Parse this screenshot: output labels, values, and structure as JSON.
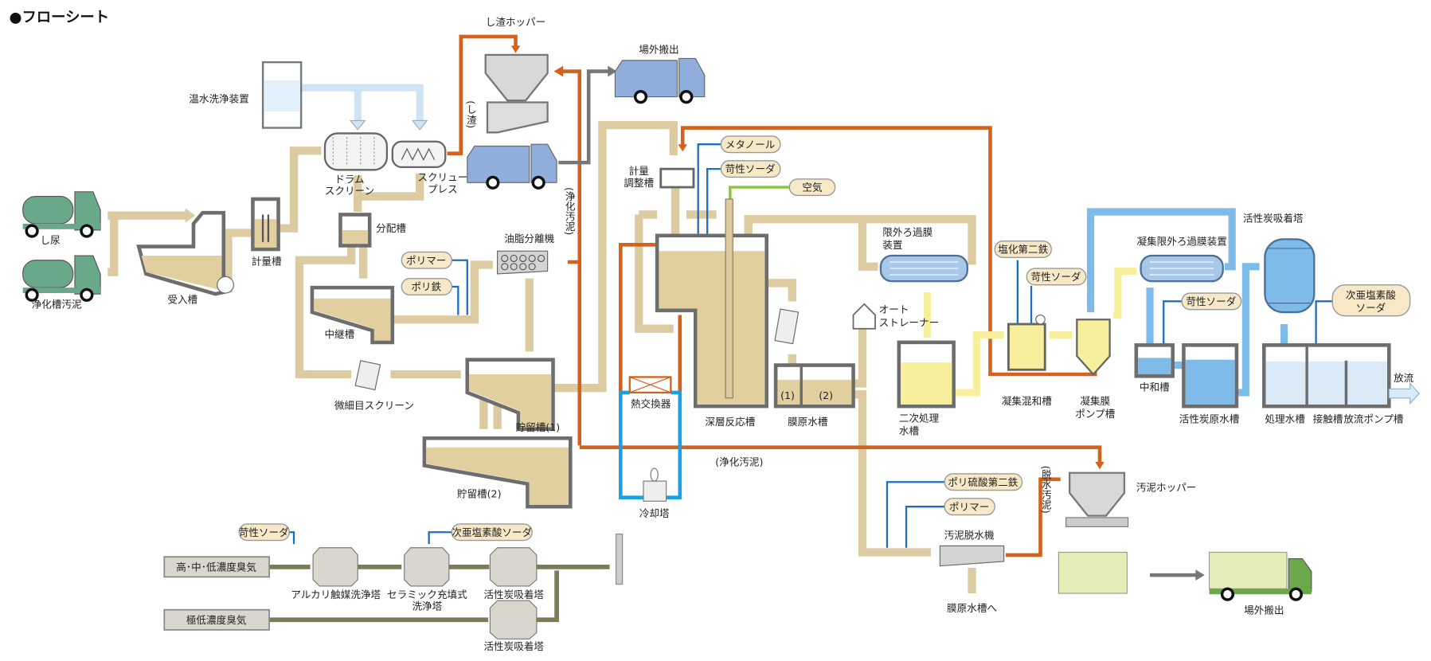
{
  "title": "●フローシート",
  "labels": {
    "shinyo": "し尿",
    "johkaso_sludge": "浄化槽汚泥",
    "ukeire": "受入槽",
    "keiryo": "計量槽",
    "onsui": "温水洗浄装置",
    "drum1": "ドラム",
    "drum2": "スクリーン",
    "screw1": "スクリュー",
    "screw2": "プレス",
    "bunpai": "分配槽",
    "chukei": "中継槽",
    "bisaime": "微細目スクリーン",
    "chorYu1": "貯留槽(1)",
    "chorYu2": "貯留槽(2)",
    "yushi": "油脂分離機",
    "polymer": "ポリマー",
    "politetsu": "ポリ鉄",
    "shisa_hopper": "し渣ホッパー",
    "shisa": "(し渣)",
    "jokaoden_v": "(浄化汚泥)",
    "jokaoden_h": "(浄化汚泥)",
    "jogai1": "場外搬出",
    "keiryo_chosei1": "計量",
    "keiryo_chosei2": "調整槽",
    "methanol": "メタノール",
    "soda1": "苛性ソーダ",
    "air": "空気",
    "shinso": "深層反応槽",
    "netsu": "熱交換器",
    "reikyaku": "冷却塔",
    "maku_gensui": "膜原水槽",
    "tank1": "(1)",
    "tank2": "(2)",
    "uf1": "限外ろ過膜",
    "uf2": "装置",
    "auto1": "オート",
    "auto2": "ストレーナー",
    "niji1": "二次処理",
    "niji2": "水槽",
    "enka": "塩化第二鉄",
    "soda2": "苛性ソーダ",
    "gyoshu_konwa": "凝集混和槽",
    "gyoshu_pump1": "凝集膜",
    "gyoshu_pump2": "ポンプ槽",
    "gyoshu_uf": "凝集限外ろ過膜装置",
    "soda3": "苛性ソーダ",
    "chuwa": "中和槽",
    "kasseitan_gensui": "活性炭原水槽",
    "kasseitan_tower": "活性炭吸着塔",
    "jia1": "次亜塩素酸",
    "jia2": "ソーダ",
    "shori": "処理水槽",
    "sesshoku": "接触槽",
    "horyu_pump": "放流ポンプ槽",
    "horyu": "放流",
    "poly_ryusan": "ポリ硫酸第二鉄",
    "polymer2": "ポリマー",
    "dassui": "汚泥脱水機",
    "to_maku": "膜原水槽へ",
    "odei_hopper": "汚泥ホッパー",
    "dassui_sludge": "(脱水汚泥)",
    "jogai2": "場外搬出",
    "odor_high": "高･中･低濃度臭気",
    "odor_low": "極低濃度臭気",
    "soda4": "苛性ソーダ",
    "jia_odor": "次亜塩素酸ソーダ",
    "alkali": "アルカリ触媒洗浄塔",
    "ceramic1": "セラミック充填式",
    "ceramic2": "洗浄塔",
    "kasseitan1": "活性炭吸着塔",
    "kasseitan2": "活性炭吸着塔"
  },
  "colors": {
    "raw_water": "#dccaa0",
    "sludge_line": "#d4621c",
    "chemical_line": "#1a6fc0",
    "treated_water": "#7fbbe8",
    "secondary_water": "#f8ef9c",
    "air_line": "#8cc43c",
    "odor_line": "#7b7b5a"
  }
}
